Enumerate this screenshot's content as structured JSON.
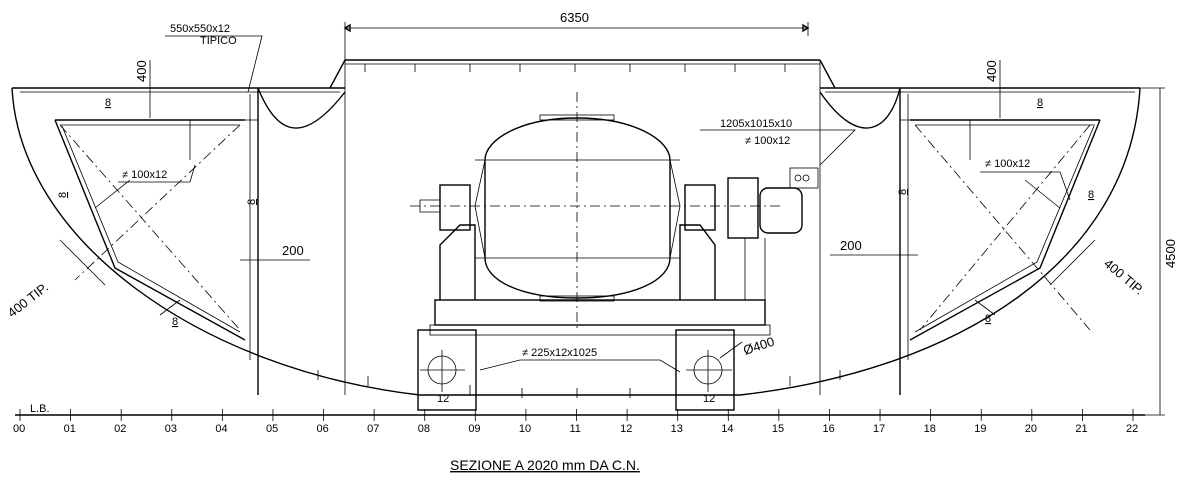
{
  "title": "SEZIONE A 2020 mm DA C.N.",
  "baseline_label": "L.B.",
  "frame_ticks": [
    "00",
    "01",
    "02",
    "03",
    "04",
    "05",
    "06",
    "07",
    "08",
    "09",
    "10",
    "11",
    "12",
    "13",
    "14",
    "15",
    "16",
    "17",
    "18",
    "19",
    "20",
    "21",
    "22"
  ],
  "dimensions": {
    "opening_width": "6350",
    "deck_height_left": "400",
    "deck_height_right": "400",
    "depth": "4500",
    "web_offset_left": "200",
    "web_offset_right": "200",
    "bracket_left": "400 TIP.",
    "bracket_right": "400 TIP."
  },
  "notes": {
    "plate_typ": "550x550x12",
    "plate_typ_sub": "TIPICO",
    "stiffener_left": "≠ 100x12",
    "stiffener_right": "≠ 100x12",
    "plate_large": "1205x1015x10",
    "plate_large_sub": "≠ 100x12",
    "foundation_plate": "≠ 225x12x1025",
    "hole_dia": "Ø400",
    "base_left_thk": "12",
    "base_right_thk": "12"
  },
  "thickness_marks": {
    "tl_deck": "8",
    "tl_web": "8",
    "tl_side": "8",
    "tl_bottom": "8",
    "tr_deck": "8",
    "tr_web": "8",
    "tr_side": "8",
    "tr_bottom": "8"
  }
}
